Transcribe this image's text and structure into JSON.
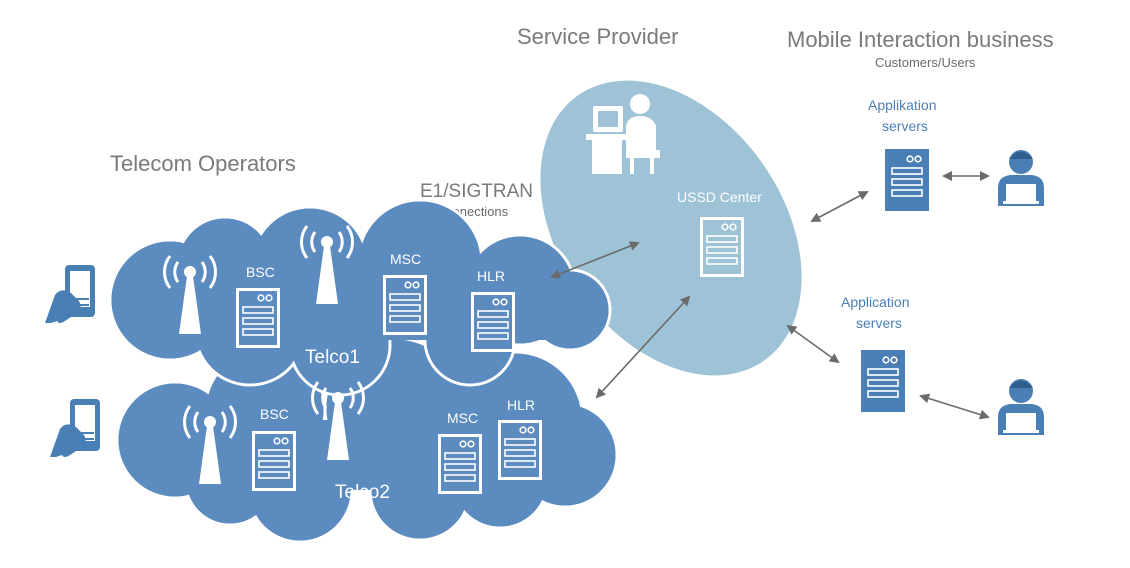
{
  "headers": {
    "service_provider": "Service Provider",
    "mobile_business": "Mobile Interaction business",
    "customers": "Customers/Users",
    "telecom_operators": "Telecom Operators",
    "e1_sigtran": "E1/SIGTRAN",
    "connections": "conections"
  },
  "ussd": {
    "label": "USSD Center"
  },
  "telco1": {
    "name": "Telco1",
    "bsc": "BSC",
    "msc": "MSC",
    "hlr": "HLR"
  },
  "telco2": {
    "name": "Telco2",
    "bsc": "BSC",
    "msc": "MSC",
    "hlr": "HLR"
  },
  "servers_top": {
    "line1": "Applikation",
    "line2": "servers"
  },
  "servers_bottom": {
    "line1": "Application",
    "line2": "servers"
  },
  "colors": {
    "cloud": "#5b8bbf",
    "ellipse": "#9ec3d6",
    "accent_blue": "#4a7fb5",
    "arrow": "#6b6b6b",
    "header_gray": "#7a7a7a"
  },
  "icons": [
    "phone-hand-icon",
    "antenna-icon",
    "server-icon",
    "desk-person-icon",
    "user-laptop-icon"
  ]
}
